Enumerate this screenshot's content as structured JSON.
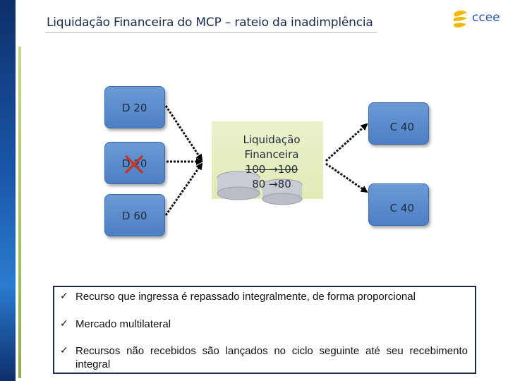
{
  "slide": {
    "title": "Liquidação Financeira do MCP – rateio da inadimplência",
    "logo_text": "ccee"
  },
  "nodes": {
    "debtors": [
      {
        "label": "D 20"
      },
      {
        "label": "D 20",
        "defaulted": true
      },
      {
        "label": "D 60"
      }
    ],
    "creditors": [
      {
        "label": "C 40"
      },
      {
        "label": "C 40"
      }
    ]
  },
  "center": {
    "line1": "Liquidação",
    "line2": "Financeira",
    "expected_from": "100",
    "expected_to": "100",
    "actual_from": "80",
    "actual_to": "80",
    "arrow": "→"
  },
  "notes": {
    "check": "✓",
    "items": [
      "Recurso que ingressa é repassado integralmente, de forma proporcional",
      "Mercado multilateral",
      "Recursos não recebidos são lançados no ciclo seguinte até seu recebimento integral"
    ]
  },
  "colors": {
    "node_blue": "#5a8ccf",
    "center_green": "#e3ebb8",
    "accent_red": "#c0392b",
    "brand_blue": "#2a5aa8",
    "brand_yellow": "#f2b700"
  }
}
